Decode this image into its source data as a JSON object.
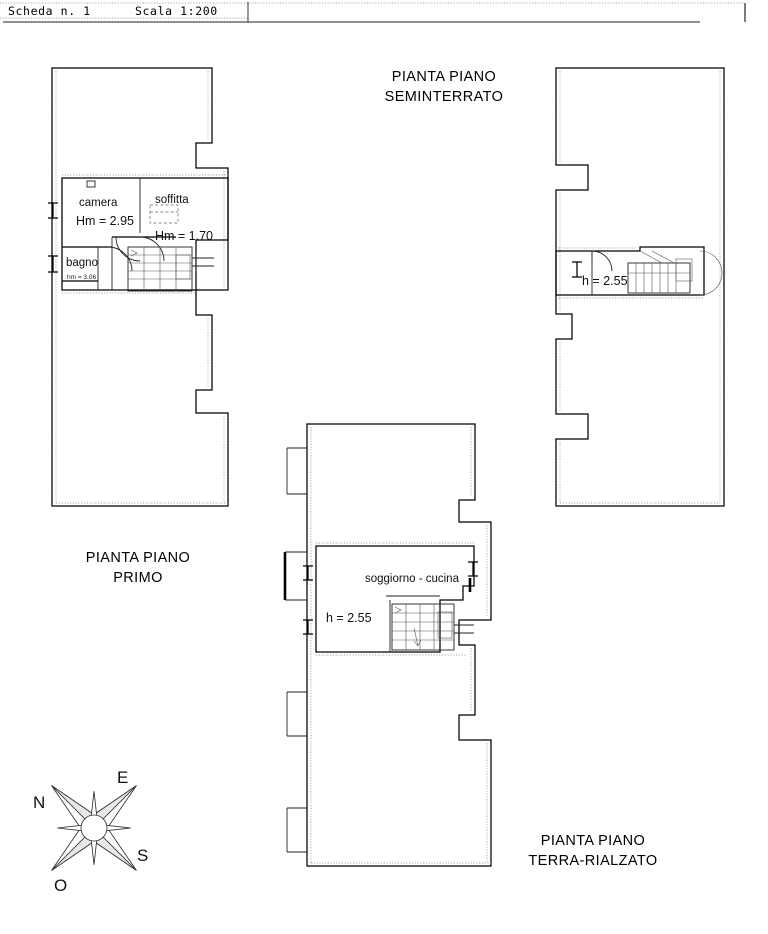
{
  "document": {
    "type": "architectural-floor-plan",
    "header": {
      "sheet_label": "Scheda n. 1",
      "scale_label": "Scala 1:200"
    }
  },
  "plans": {
    "seminterrato": {
      "title_line1": "PIANTA PIANO",
      "title_line2": "SEMINTERRATO",
      "height_label": "h = 2.55"
    },
    "primo": {
      "title_line1": "PIANTA PIANO",
      "title_line2": "PRIMO",
      "rooms": [
        {
          "name": "camera",
          "height_label": "Hm = 2.95"
        },
        {
          "name": "soffitta",
          "height_label": "Hm = 1.70"
        },
        {
          "name": "bagno",
          "height_label": "hm = 3.06"
        }
      ]
    },
    "terra_rialzato": {
      "title_line1": "PIANTA PIANO",
      "title_line2": "TERRA-RIALZATO",
      "rooms": [
        {
          "name": "soggiorno - cucina",
          "height_label": "h = 2.55"
        }
      ]
    }
  },
  "compass": {
    "north": "N",
    "east": "E",
    "south": "S",
    "west": "O"
  },
  "colors": {
    "background": "#ffffff",
    "ink": "#000000",
    "hairline": "#555555"
  }
}
